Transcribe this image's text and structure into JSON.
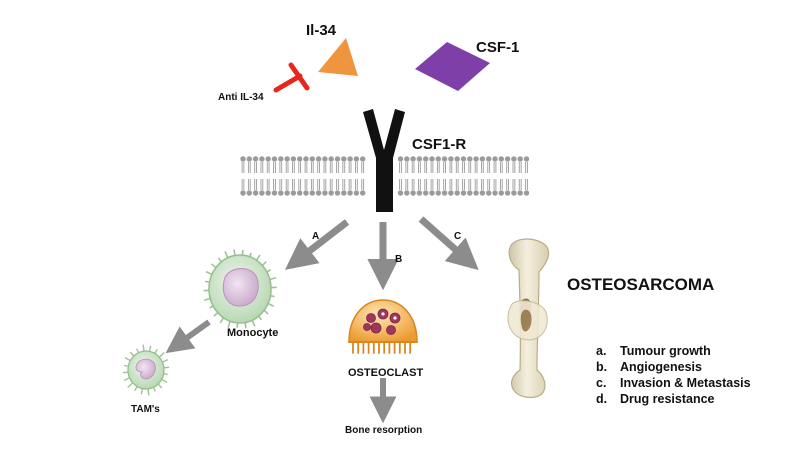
{
  "ligands": {
    "il34": "Il-34",
    "csf1": "CSF-1",
    "anti_il34": "Anti IL-34"
  },
  "receptor": {
    "label": "CSF1-R"
  },
  "pathways": {
    "a": "A",
    "b": "B",
    "c": "C"
  },
  "cells": {
    "monocyte": "Monocyte",
    "tams": "TAM's",
    "osteoclast": "OSTEOCLAST",
    "bone_resorption": "Bone resorption"
  },
  "osteosarcoma": {
    "title": "OSTEOSARCOMA",
    "effects": [
      {
        "marker": "a.",
        "text": "Tumour growth"
      },
      {
        "marker": "b.",
        "text": "Angiogenesis"
      },
      {
        "marker": "c.",
        "text": "Invasion & Metastasis"
      },
      {
        "marker": "d.",
        "text": "Drug resistance"
      }
    ]
  },
  "colors": {
    "il34": "#f0953f",
    "csf1": "#7e3fa8",
    "anti_il34": "#e8261c",
    "receptor": "#111111",
    "arrow": "#8c8c8c",
    "membrane": "#9a9a9a",
    "monocyte": "#cfe5cc",
    "monocyte_nucleus": "#dcc4de",
    "osteoclast": "#f3a63c",
    "osteoclast_nuclei": "#a0365c",
    "bone": "#ece5cf"
  }
}
